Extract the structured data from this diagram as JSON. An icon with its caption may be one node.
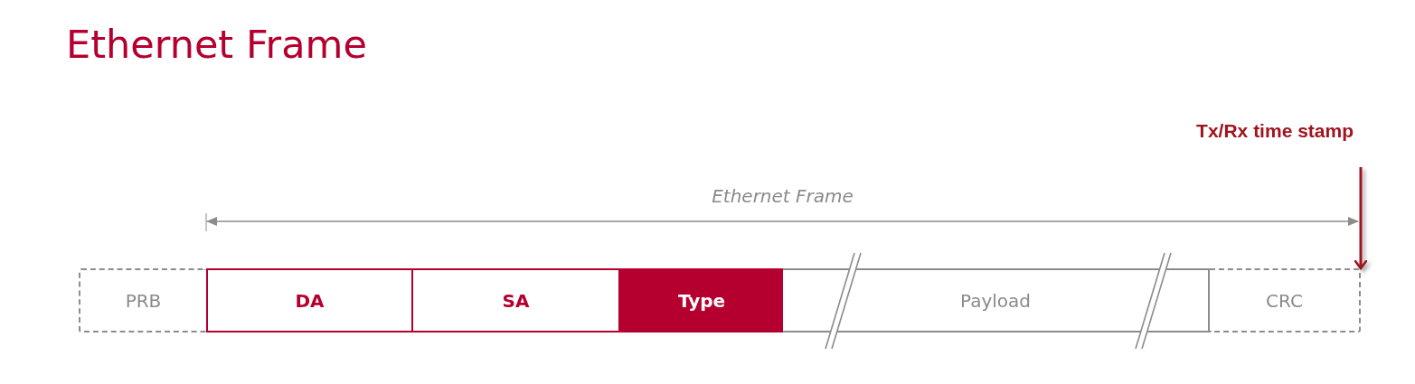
{
  "diagram": {
    "title": "Ethernet Frame",
    "nodes": [
      {
        "text": [
          "PRB"
        ]
      },
      {
        "text": [
          "DA"
        ]
      },
      {
        "text": [
          "SA"
        ]
      },
      {
        "text": [
          "Type"
        ]
      },
      {
        "text": [
          "Payload"
        ]
      },
      {
        "text": [
          "CRC"
        ]
      },
      {
        "text": [
          "Tx/Rx time stamp"
        ]
      }
    ],
    "edges": [
      {
        "from": 6,
        "to": 5,
        "arrow": "to",
        "color": "#a0141e"
      }
    ],
    "labels": [
      "Ethernet Frame"
    ]
  }
}
